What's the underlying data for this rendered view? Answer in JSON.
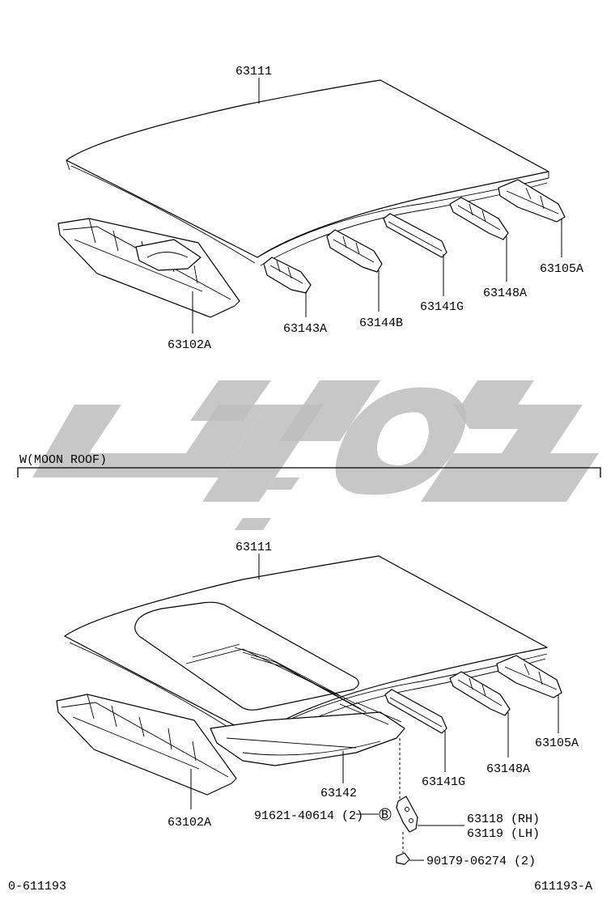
{
  "top_section": {
    "labels": {
      "roof_panel": "63111",
      "front_header": "63102A",
      "bow_1": "63143A",
      "bow_2": "63144B",
      "bow_3": "63141G",
      "bow_4": "63148A",
      "rear_header": "63105A"
    }
  },
  "section_divider": {
    "title": "W(MOON ROOF)"
  },
  "bottom_section": {
    "labels": {
      "roof_panel": "63111",
      "front_header": "63102A",
      "reinforcement": "63142",
      "bow_3": "63141G",
      "bow_4": "63148A",
      "rear_header": "63105A",
      "bracket_rh": "63118 (RH)",
      "bracket_lh": "63119 (LH)",
      "bolt": "91621-40614 (2)",
      "nut": "90179-06274 (2)",
      "bolt_marker": "B"
    }
  },
  "footer": {
    "left_code": "0-611193",
    "right_code": "611193-A"
  }
}
